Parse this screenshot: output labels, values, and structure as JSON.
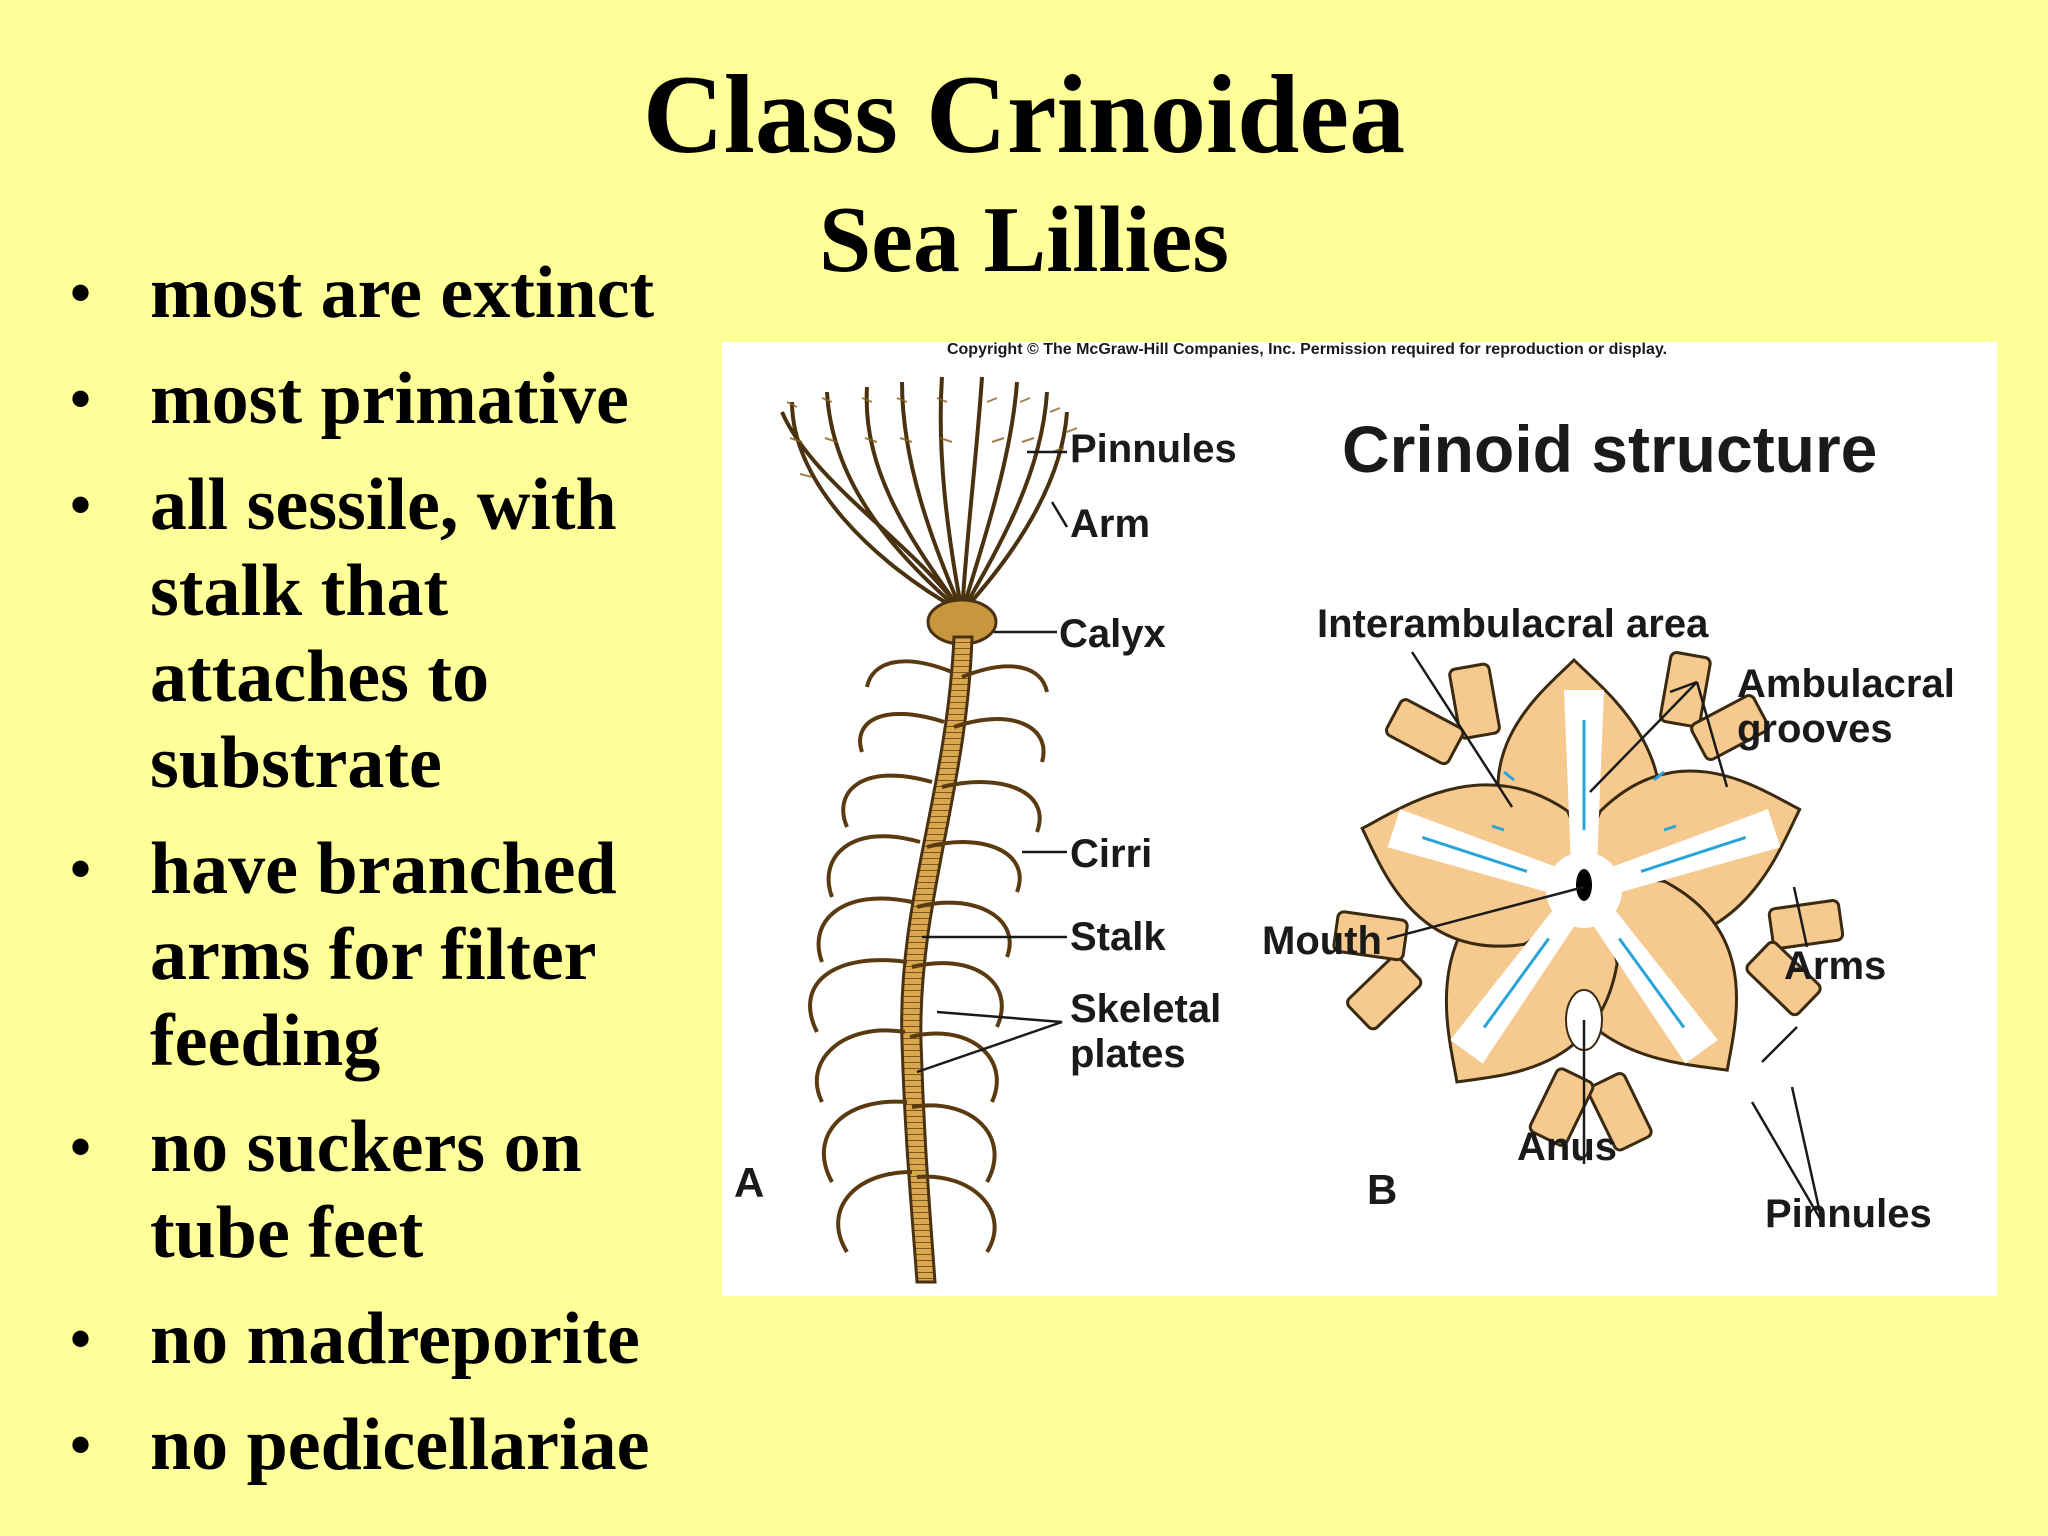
{
  "title": "Class Crinoidea",
  "subtitle": "Sea Lillies",
  "bullets": [
    "most are extinct",
    "most primative",
    "all sessile, with stalk that attaches to substrate",
    "have branched arms for filter feeding",
    "no suckers on tube feet",
    "no madreporite",
    "no pedicellariae"
  ],
  "figure": {
    "copyright": "Copyright © The McGraw-Hill Companies, Inc. Permission required for reproduction or display.",
    "heading": "Crinoid structure",
    "panel_a": {
      "letter": "A",
      "labels": {
        "pinnules": "Pinnules",
        "arm": "Arm",
        "calyx": "Calyx",
        "cirri": "Cirri",
        "stalk": "Stalk",
        "skeletal_1": "Skeletal",
        "skeletal_2": "plates"
      }
    },
    "panel_b": {
      "letter": "B",
      "labels": {
        "interambulacral": "Interambulacral area",
        "ambulacral_1": "Ambulacral",
        "ambulacral_2": "grooves",
        "mouth": "Mouth",
        "arms": "Arms",
        "anus": "Anus",
        "pinnules": "Pinnules"
      }
    }
  },
  "colors": {
    "background": "#ffff99",
    "body_fill": "#f6c98f",
    "groove_blue": "#2aa3d8",
    "stalk": "#c8963c"
  }
}
